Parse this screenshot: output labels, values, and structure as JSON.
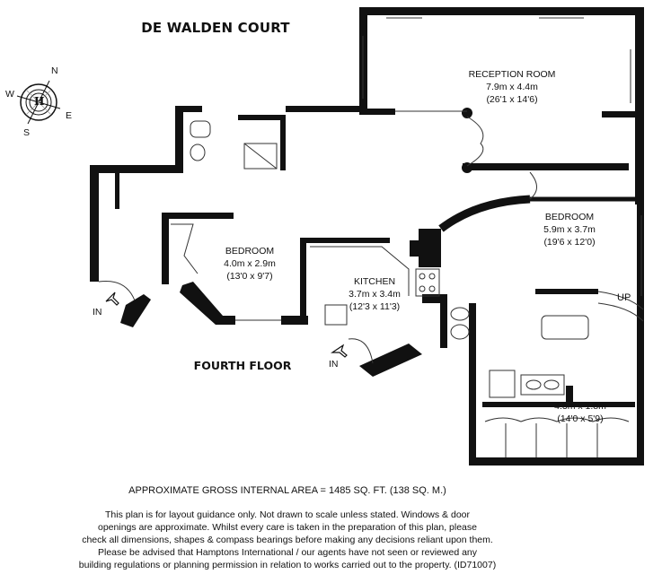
{
  "title": "DE WALDEN COURT",
  "floor_label": "FOURTH FLOOR",
  "compass": {
    "icon": "compass-rose-icon",
    "north": "N",
    "south": "S",
    "east": "E",
    "west": "W",
    "center": "H"
  },
  "rooms": {
    "reception": {
      "name": "RECEPTION ROOM",
      "metric": "7.9m x 4.4m",
      "imperial": "(26'1 x 14'6)"
    },
    "bedroom_main": {
      "name": "BEDROOM",
      "metric": "5.9m x 3.7m",
      "imperial": "(19'6 x 12'0)"
    },
    "bedroom_second": {
      "name": "BEDROOM",
      "metric": "4.0m x 2.9m",
      "imperial": "(13'0 x 9'7)"
    },
    "kitchen": {
      "name": "KITCHEN",
      "metric": "3.7m x 3.4m",
      "imperial": "(12'3 x 11'3)"
    },
    "dressing": {
      "metric": "4.3m x 1.8m",
      "imperial": "(14'0 x 5'9)"
    }
  },
  "markers": {
    "entry_left": "IN",
    "entry_kitchen": "IN",
    "stairs": "UP"
  },
  "area_text": "APPROXIMATE GROSS INTERNAL AREA = 1485 SQ. FT. (138 SQ. M.)",
  "disclaimer": [
    "This plan is for layout guidance only. Not drawn to scale unless stated. Windows & door",
    "openings are approximate. Whilst every care is taken in the preparation of this plan, please",
    "check all dimensions, shapes & compass bearings before making any decisions reliant upon them.",
    "Please be advised that Hamptons International / our agents have not seen or reviewed any",
    "building regulations or planning permission in relation to works carried out to the property. (ID71007)"
  ],
  "colors": {
    "wall": "#111111",
    "line": "#333333",
    "text": "#111111"
  }
}
